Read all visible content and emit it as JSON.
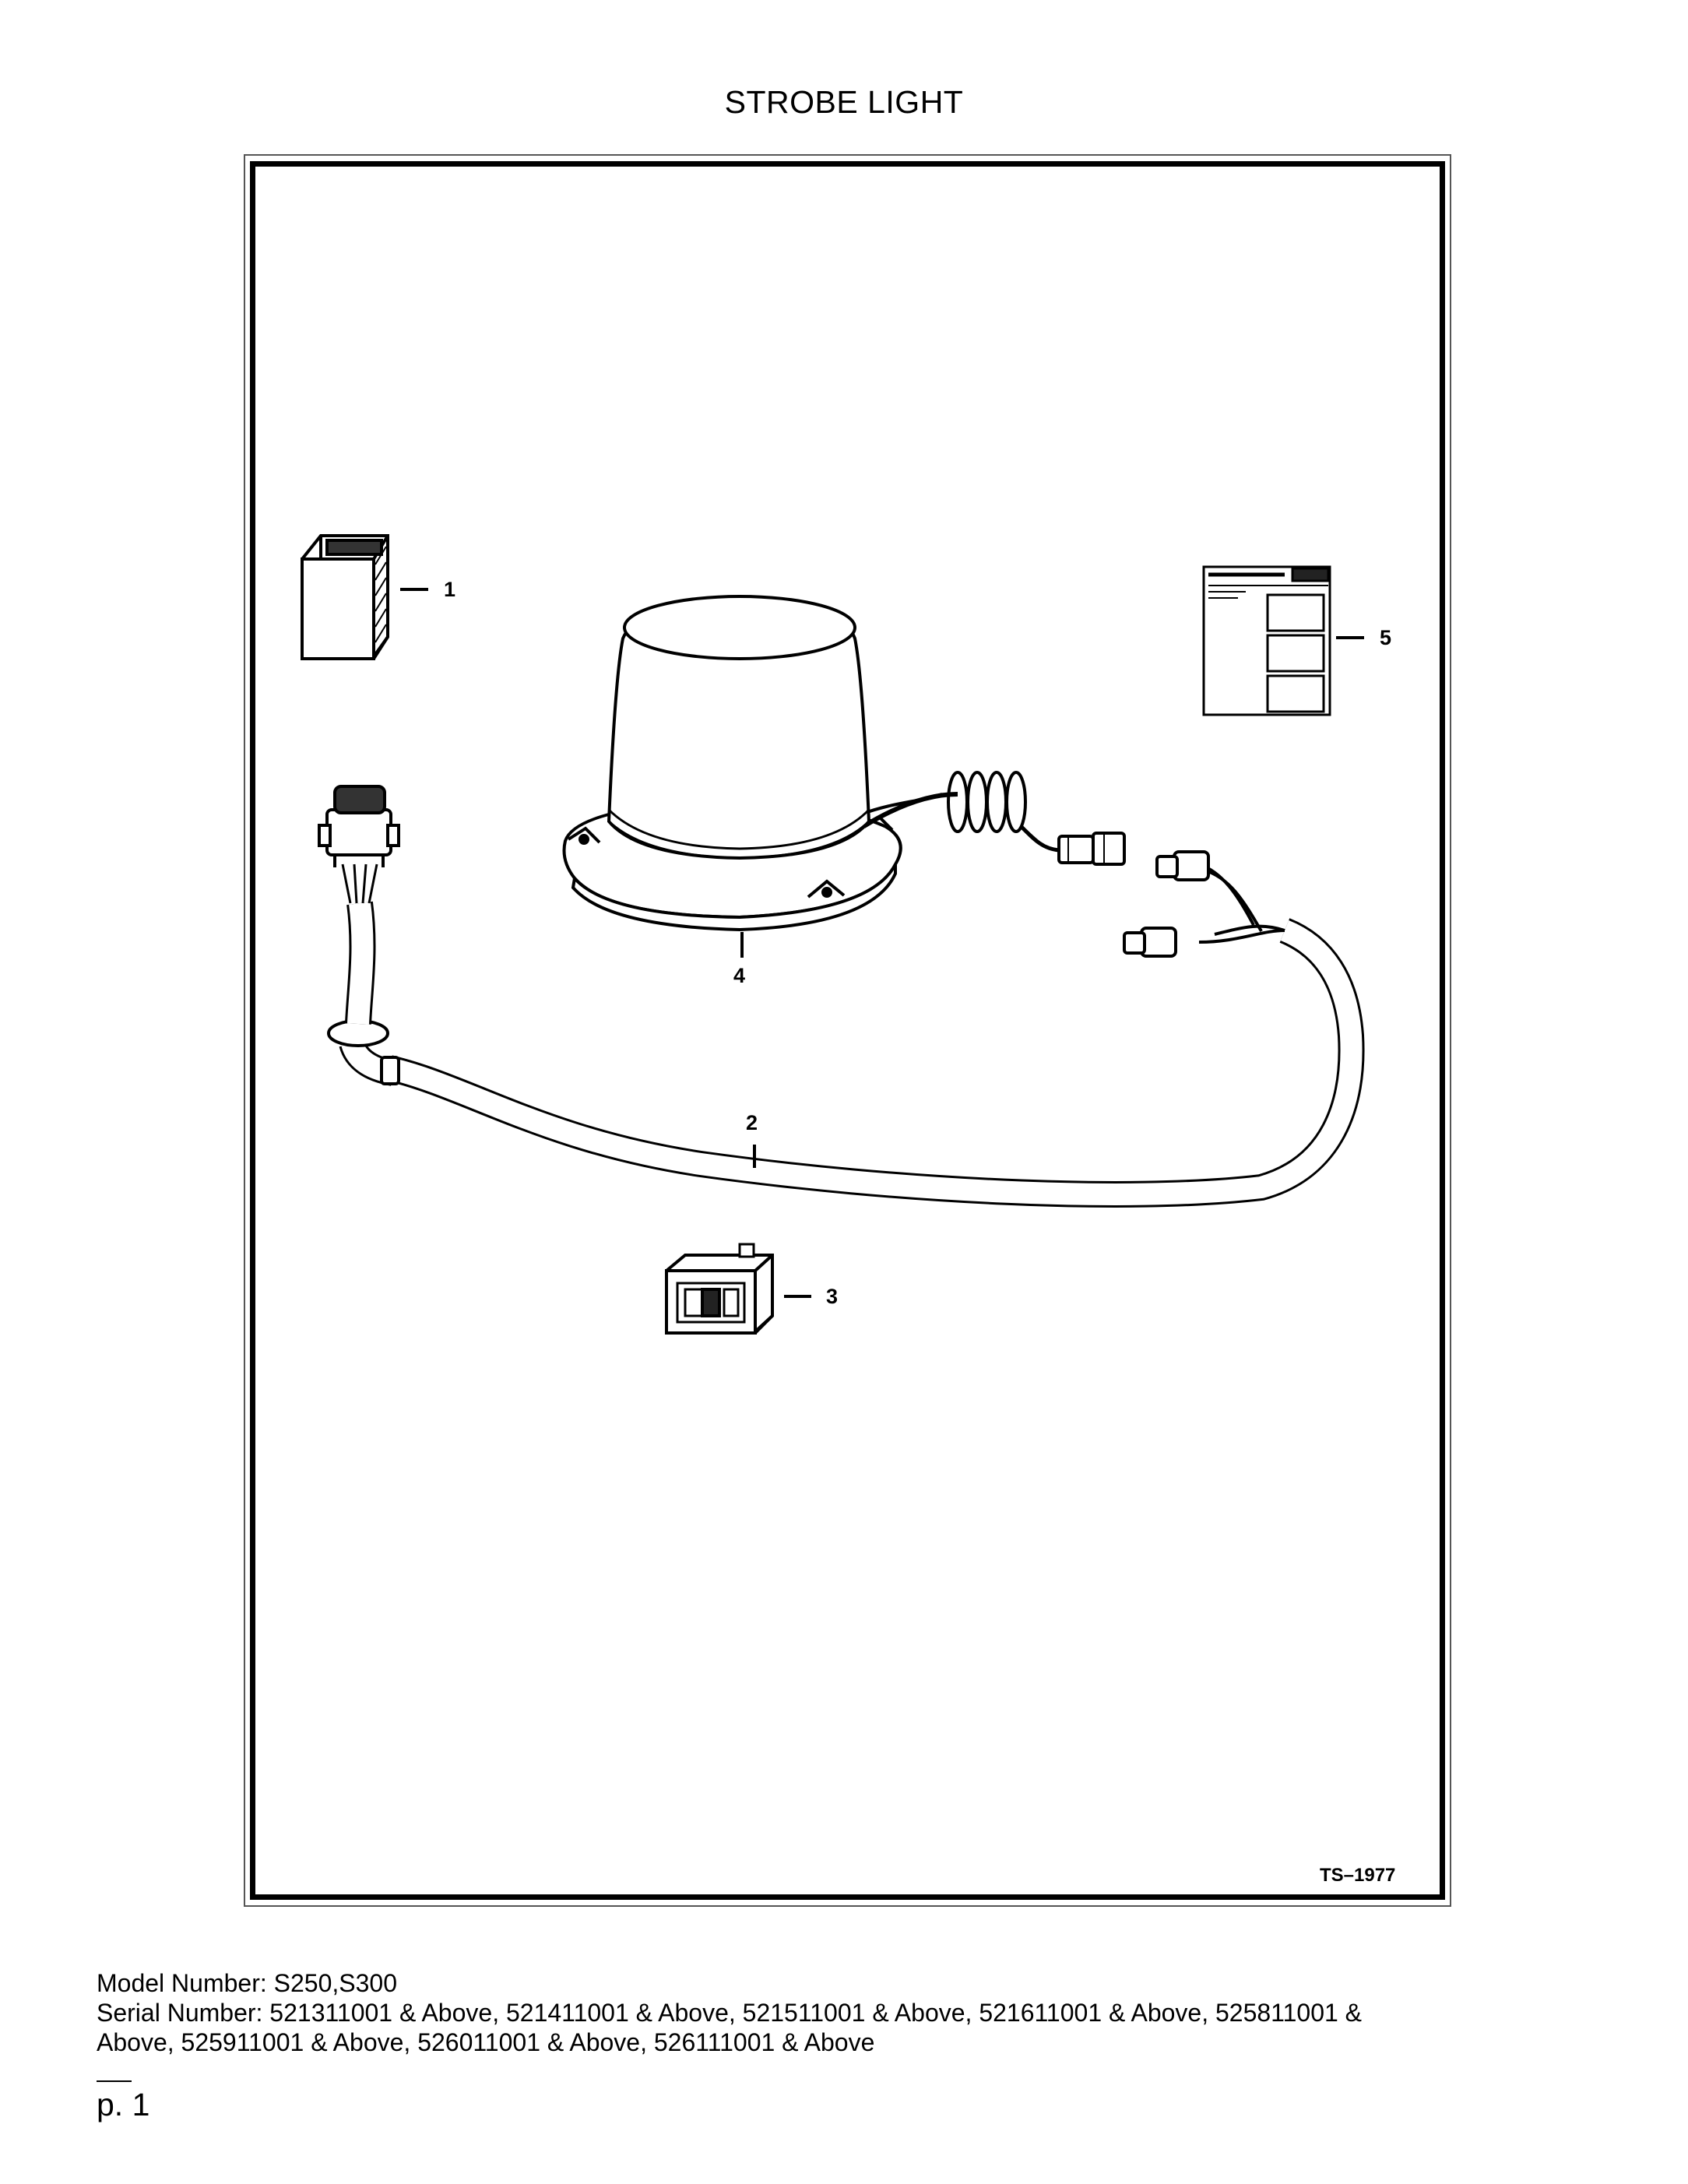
{
  "title": "STROBE LIGHT",
  "drawing_code": "TS–1977",
  "callouts": {
    "c1": "1",
    "c2": "2",
    "c3": "3",
    "c4": "4",
    "c5": "5"
  },
  "footer": {
    "model_line": "Model Number: S250,S300",
    "serial_line_1": "Serial Number: 521311001 & Above, 521411001 & Above, 521511001 & Above, 521611001 & Above, 525811001 &",
    "serial_line_2": "Above, 525911001 & Above, 526011001 & Above, 526111001 & Above"
  },
  "page_number": "p. 1"
}
